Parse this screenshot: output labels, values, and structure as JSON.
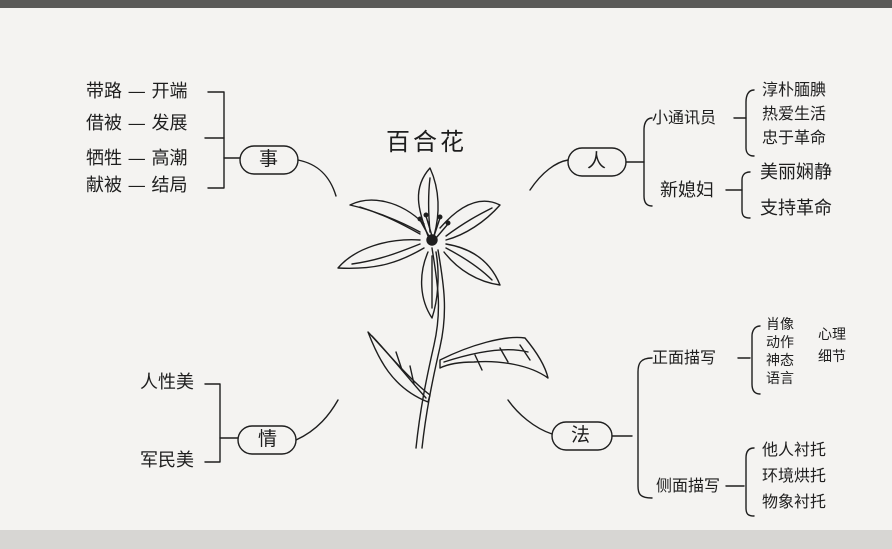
{
  "title": "百合花",
  "branches": {
    "shi": {
      "node": "事",
      "items": [
        "带路 — 开端",
        "借被 — 发展",
        "牺牲 — 高潮",
        "献被 — 结局"
      ]
    },
    "ren": {
      "node": "人",
      "groups": [
        {
          "label": "小通讯员",
          "items": [
            "淳朴腼腆",
            "热爱生活",
            "忠于革命"
          ]
        },
        {
          "label": "新媳妇",
          "items": [
            "美丽娴静",
            "支持革命"
          ]
        }
      ]
    },
    "qing": {
      "node": "情",
      "items": [
        "人性美",
        "军民美"
      ]
    },
    "fa": {
      "node": "法",
      "groups": [
        {
          "label": "正面描写",
          "items": [
            "肖像",
            "动作",
            "神态",
            "语言"
          ],
          "extra": [
            "心理",
            "细节"
          ]
        },
        {
          "label": "侧面描写",
          "items": [
            "他人衬托",
            "环境烘托",
            "物象衬托"
          ]
        }
      ]
    }
  },
  "colors": {
    "ink": "#1e1e1e",
    "paper": "#f4f3f1",
    "background": "#5a5a58"
  }
}
